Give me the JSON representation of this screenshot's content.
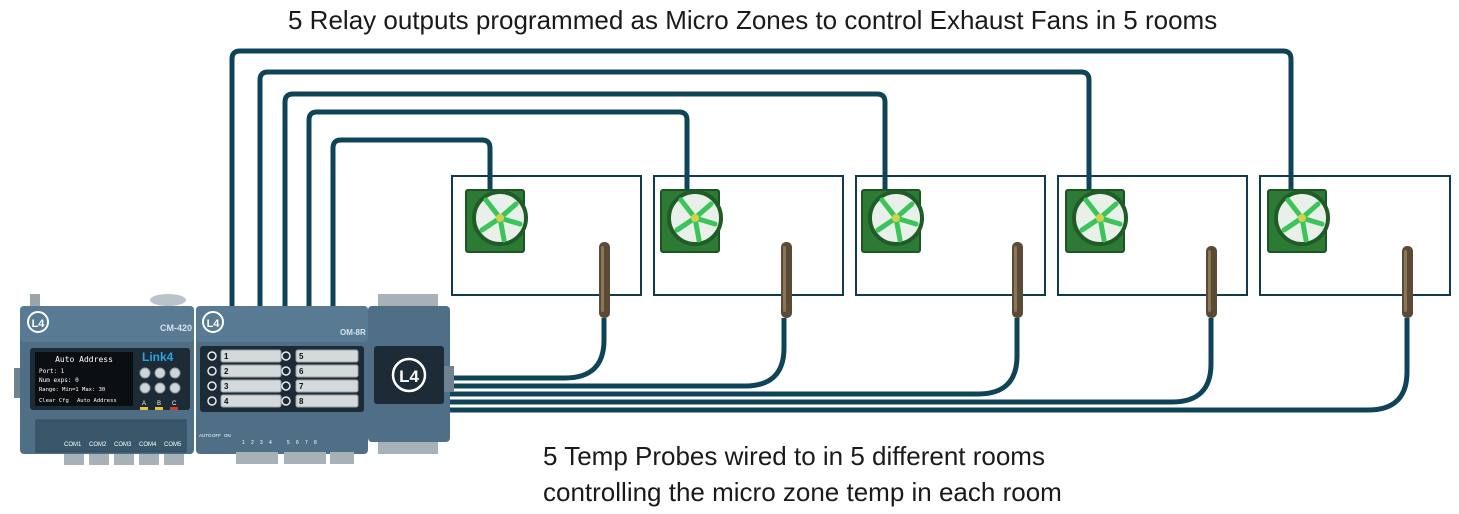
{
  "captions": {
    "top": "5 Relay outputs programmed as Micro Zones to control Exhaust Fans in 5 rooms",
    "bottom_line1": "5 Temp Probes wired to in 5 different rooms",
    "bottom_line2": "controlling the micro zone temp in each room"
  },
  "controller": {
    "model": "CM-420",
    "brand": "Link4",
    "logo": "L4",
    "screen": {
      "title": "Auto Address",
      "line1": "Port: 1",
      "line2": "Num exps: 0",
      "line3": "Range: Min=1  Max: 30",
      "footer_left": "Clear Cfg",
      "footer_right": "Auto Address"
    },
    "led_labels": [
      "A",
      "B",
      "C"
    ],
    "ports": [
      "COM1",
      "COM2",
      "COM3",
      "COM4",
      "COM5"
    ]
  },
  "relay_module": {
    "model": "OM-8R",
    "logo": "L4",
    "relays": [
      "1",
      "2",
      "3",
      "4",
      "5",
      "6",
      "7",
      "8"
    ],
    "mode_labels": [
      "AUTO",
      "OFF",
      "ON"
    ],
    "terminal_labels": [
      "1",
      "2",
      "3",
      "4",
      "5",
      "6",
      "7",
      "8"
    ]
  },
  "expansion_module": {
    "logo": "L4"
  },
  "rooms": [
    {
      "fan": "exhaust-fan",
      "probe": "temp-probe"
    },
    {
      "fan": "exhaust-fan",
      "probe": "temp-probe"
    },
    {
      "fan": "exhaust-fan",
      "probe": "temp-probe"
    },
    {
      "fan": "exhaust-fan",
      "probe": "temp-probe"
    },
    {
      "fan": "exhaust-fan",
      "probe": "temp-probe"
    }
  ],
  "colors": {
    "wire": "#0f4458",
    "room_border": "#0f3b4d",
    "module_body": "#4e6f86",
    "module_dark": "#2f4a5f",
    "fan_green": "#2d7a34",
    "probe": "#5a4a36"
  }
}
